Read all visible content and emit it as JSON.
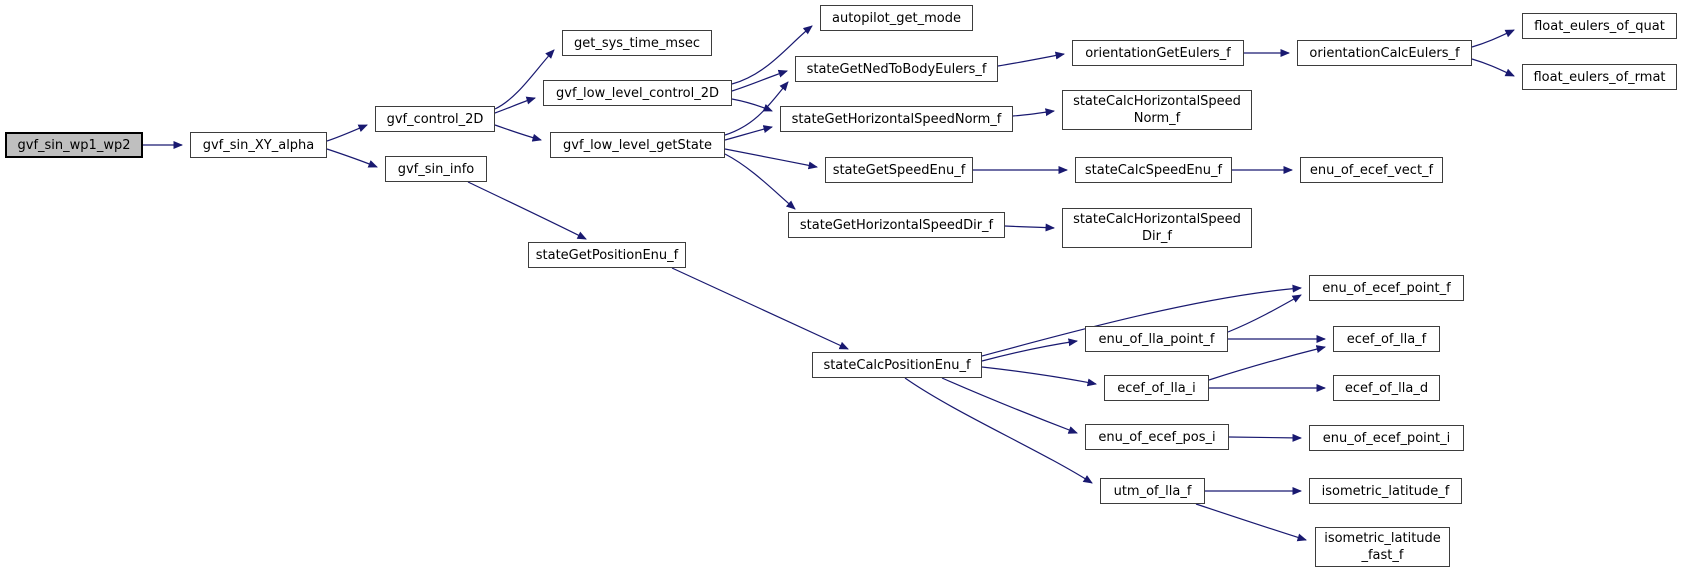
{
  "diagram": {
    "type": "call-graph",
    "root_function": "gvf_sin_wp1_wp2",
    "colors": {
      "edge": "#191970",
      "node_fill": "#ffffff",
      "node_border": "#3d3d3d",
      "root_node_fill": "#bfbfbf",
      "background": "#ffffff"
    }
  },
  "nodes": [
    {
      "label": "gvf_sin_wp1_wp2",
      "highlighted": true,
      "calls": [
        "gvf_sin_XY_alpha"
      ]
    },
    {
      "label": "gvf_sin_XY_alpha",
      "highlighted": false,
      "calls": [
        "gvf_control_2D",
        "gvf_sin_info"
      ]
    },
    {
      "label": "gvf_control_2D",
      "highlighted": false,
      "calls": [
        "get_sys_time_msec",
        "gvf_low_level_control_2D",
        "gvf_low_level_getState"
      ]
    },
    {
      "label": "gvf_sin_info",
      "highlighted": false,
      "calls": [
        "stateGetPositionEnu_f"
      ]
    },
    {
      "label": "get_sys_time_msec",
      "highlighted": false,
      "calls": []
    },
    {
      "label": "gvf_low_level_control_2D",
      "highlighted": false,
      "calls": [
        "autopilot_get_mode",
        "stateGetNedToBodyEulers_f",
        "stateGetHorizontalSpeedNorm_f"
      ]
    },
    {
      "label": "gvf_low_level_getState",
      "highlighted": false,
      "calls": [
        "stateGetNedToBodyEulers_f",
        "stateGetHorizontalSpeedNorm_f",
        "stateGetSpeedEnu_f",
        "stateGetHorizontalSpeedDir_f"
      ]
    },
    {
      "label": "autopilot_get_mode",
      "highlighted": false,
      "calls": []
    },
    {
      "label": "stateGetNedToBodyEulers_f",
      "highlighted": false,
      "calls": [
        "orientationGetEulers_f"
      ]
    },
    {
      "label": "orientationGetEulers_f",
      "highlighted": false,
      "calls": [
        "orientationCalcEulers_f"
      ]
    },
    {
      "label": "orientationCalcEulers_f",
      "highlighted": false,
      "calls": [
        "float_eulers_of_quat",
        "float_eulers_of_rmat"
      ]
    },
    {
      "label": "float_eulers_of_quat",
      "highlighted": false,
      "calls": []
    },
    {
      "label": "float_eulers_of_rmat",
      "highlighted": false,
      "calls": []
    },
    {
      "label": "stateGetHorizontalSpeedNorm_f",
      "highlighted": false,
      "calls": [
        "stateCalcHorizontalSpeedNorm_f"
      ]
    },
    {
      "label": "stateCalcHorizontalSpeed\nNorm_f",
      "highlighted": false,
      "calls": []
    },
    {
      "label": "stateGetSpeedEnu_f",
      "highlighted": false,
      "calls": [
        "stateCalcSpeedEnu_f"
      ]
    },
    {
      "label": "stateCalcSpeedEnu_f",
      "highlighted": false,
      "calls": [
        "enu_of_ecef_vect_f"
      ]
    },
    {
      "label": "enu_of_ecef_vect_f",
      "highlighted": false,
      "calls": []
    },
    {
      "label": "stateGetHorizontalSpeedDir_f",
      "highlighted": false,
      "calls": [
        "stateCalcHorizontalSpeedDir_f"
      ]
    },
    {
      "label": "stateCalcHorizontalSpeed\nDir_f",
      "highlighted": false,
      "calls": []
    },
    {
      "label": "stateGetPositionEnu_f",
      "highlighted": false,
      "calls": [
        "stateCalcPositionEnu_f"
      ]
    },
    {
      "label": "stateCalcPositionEnu_f",
      "highlighted": false,
      "calls": [
        "enu_of_ecef_point_f",
        "enu_of_lla_point_f",
        "ecef_of_lla_i",
        "enu_of_ecef_pos_i",
        "utm_of_lla_f"
      ]
    },
    {
      "label": "enu_of_ecef_point_f",
      "highlighted": false,
      "calls": []
    },
    {
      "label": "enu_of_lla_point_f",
      "highlighted": false,
      "calls": [
        "enu_of_ecef_point_f",
        "ecef_of_lla_f"
      ]
    },
    {
      "label": "ecef_of_lla_f",
      "highlighted": false,
      "calls": []
    },
    {
      "label": "ecef_of_lla_i",
      "highlighted": false,
      "calls": [
        "ecef_of_lla_f",
        "ecef_of_lla_d"
      ]
    },
    {
      "label": "ecef_of_lla_d",
      "highlighted": false,
      "calls": []
    },
    {
      "label": "enu_of_ecef_pos_i",
      "highlighted": false,
      "calls": [
        "enu_of_ecef_point_i"
      ]
    },
    {
      "label": "enu_of_ecef_point_i",
      "highlighted": false,
      "calls": []
    },
    {
      "label": "utm_of_lla_f",
      "highlighted": false,
      "calls": [
        "isometric_latitude_f",
        "isometric_latitude_fast_f"
      ]
    },
    {
      "label": "isometric_latitude_f",
      "highlighted": false,
      "calls": []
    },
    {
      "label": "isometric_latitude\n_fast_f",
      "highlighted": false,
      "calls": []
    }
  ]
}
